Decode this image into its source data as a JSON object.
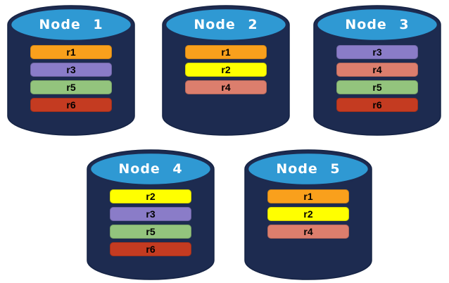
{
  "colors": {
    "background": "#FFFFFF",
    "cylinder_body": "#1D2B50",
    "cylinder_edge": "#152344",
    "cylinder_top": "#2F99D3",
    "node_title_text": "#FFFFFF",
    "replica_label_text": "#000000"
  },
  "replica_colors": {
    "r1": "#F9A01C",
    "r2": "#FFFF00",
    "r3": "#8A7CC8",
    "r4": "#DC7E6D",
    "r5": "#93C47D",
    "r6": "#C43B21"
  },
  "nodes": [
    {
      "title": "Node 1",
      "replicas": [
        {
          "label": "r1",
          "color": "#F9A01C"
        },
        {
          "label": "r3",
          "color": "#8A7CC8"
        },
        {
          "label": "r5",
          "color": "#93C47D"
        },
        {
          "label": "r6",
          "color": "#C43B21"
        }
      ]
    },
    {
      "title": "Node 2",
      "replicas": [
        {
          "label": "r1",
          "color": "#F9A01C"
        },
        {
          "label": "r2",
          "color": "#FFFF00"
        },
        {
          "label": "r4",
          "color": "#DC7E6D"
        }
      ]
    },
    {
      "title": "Node 3",
      "replicas": [
        {
          "label": "r3",
          "color": "#8A7CC8"
        },
        {
          "label": "r4",
          "color": "#DC7E6D"
        },
        {
          "label": "r5",
          "color": "#93C47D"
        },
        {
          "label": "r6",
          "color": "#C43B21"
        }
      ]
    },
    {
      "title": "Node 4",
      "replicas": [
        {
          "label": "r2",
          "color": "#FFFF00"
        },
        {
          "label": "r3",
          "color": "#8A7CC8"
        },
        {
          "label": "r5",
          "color": "#93C47D"
        },
        {
          "label": "r6",
          "color": "#C43B21"
        }
      ]
    },
    {
      "title": "Node 5",
      "replicas": [
        {
          "label": "r1",
          "color": "#F9A01C"
        },
        {
          "label": "r2",
          "color": "#FFFF00"
        },
        {
          "label": "r4",
          "color": "#DC7E6D"
        }
      ]
    }
  ]
}
